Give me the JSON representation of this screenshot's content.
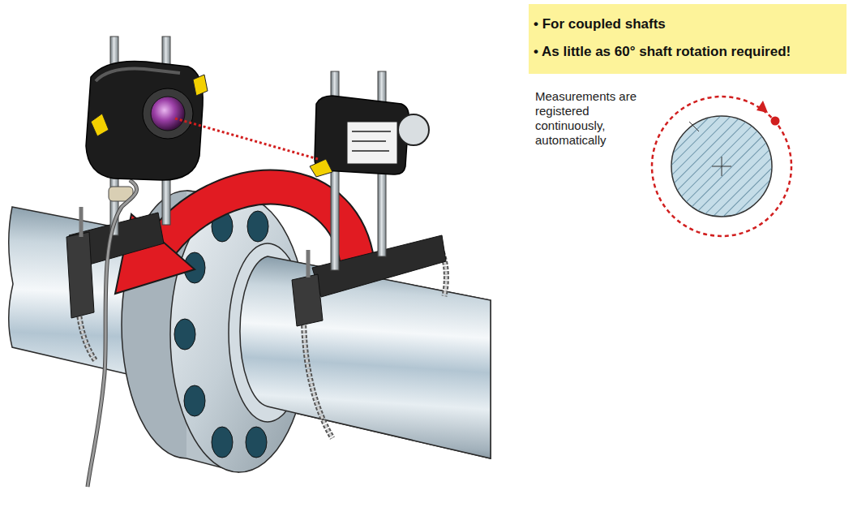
{
  "diagram": {
    "nodes": [
      {
        "text": [
          "• For coupled shafts",
          "• As little as 60° shaft rotation required!"
        ]
      }
    ],
    "labels": [
      "Measurements are registered continuously, automatically"
    ]
  }
}
